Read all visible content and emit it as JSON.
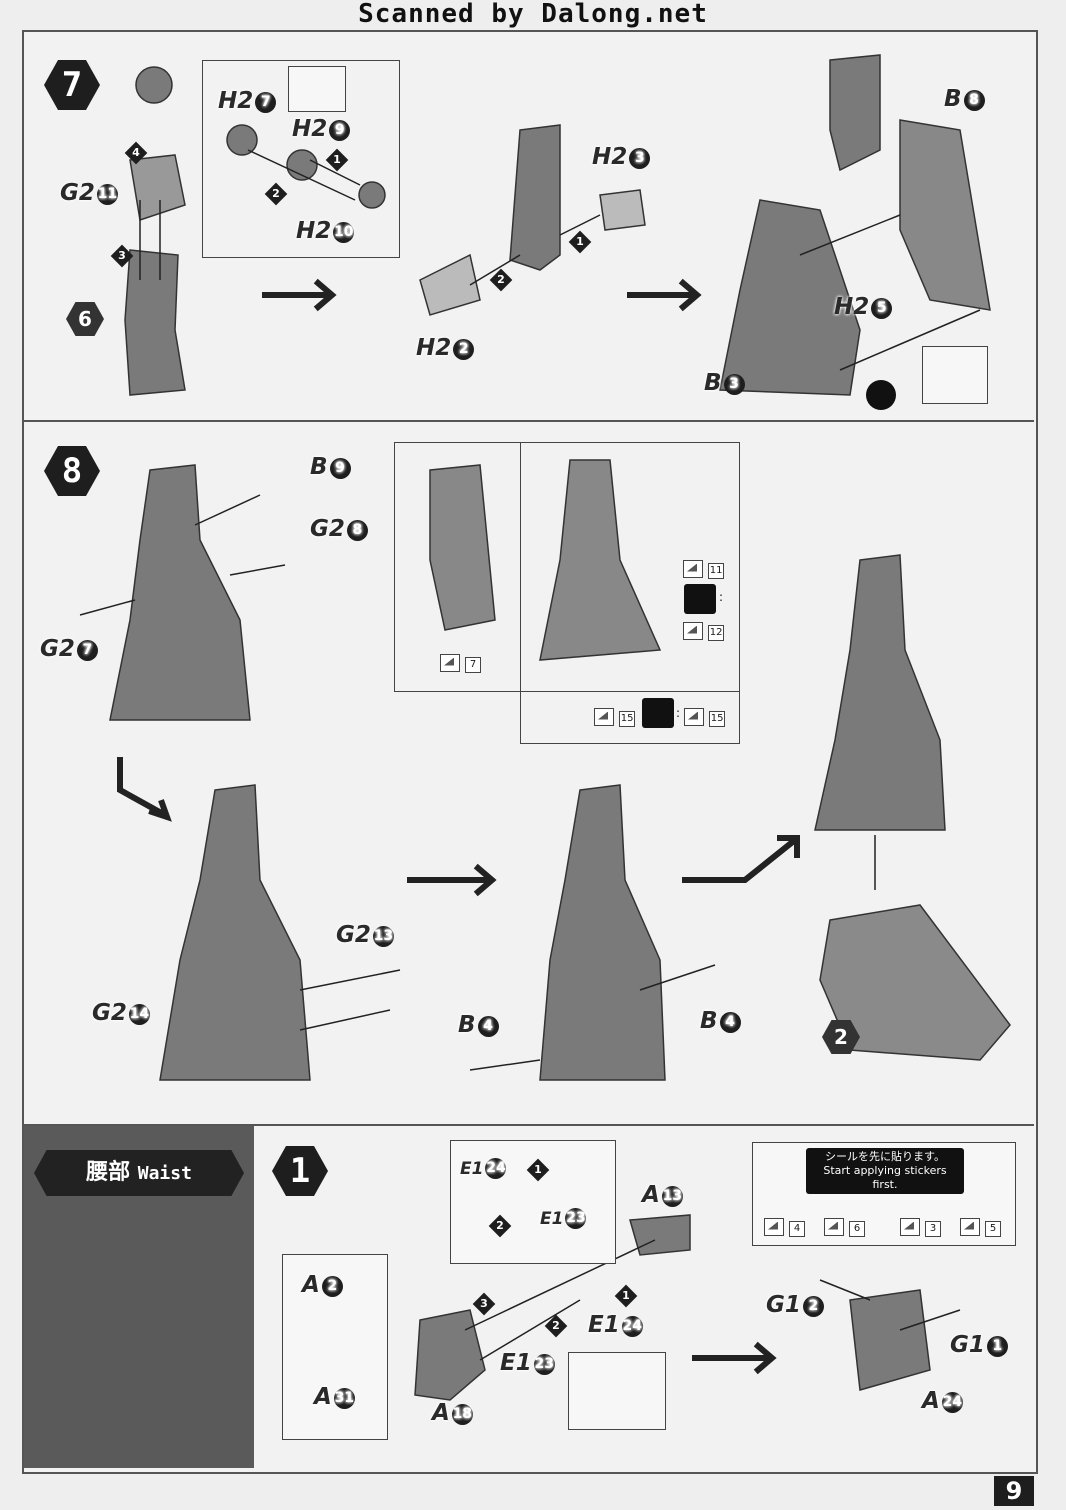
{
  "header": {
    "scan_credit": "Scanned by Dalong.net"
  },
  "steps": {
    "s7": "7",
    "s8": "8",
    "waist1": "1"
  },
  "step7": {
    "ref_badge": "6",
    "parts": {
      "h27": {
        "runner": "H2",
        "num": "7"
      },
      "h29": {
        "runner": "H2",
        "num": "9"
      },
      "h210": {
        "runner": "H2",
        "num": "10"
      },
      "g211": {
        "runner": "G2",
        "num": "11"
      },
      "h23": {
        "runner": "H2",
        "num": "3"
      },
      "h22": {
        "runner": "H2",
        "num": "2"
      },
      "b8": {
        "runner": "B",
        "num": "8"
      },
      "h25": {
        "runner": "H2",
        "num": "5"
      },
      "b3": {
        "runner": "B",
        "num": "3"
      }
    },
    "order": [
      "1",
      "2",
      "3",
      "4"
    ]
  },
  "step8": {
    "ref_badge": "2",
    "parts": {
      "b9": {
        "runner": "B",
        "num": "9"
      },
      "g28": {
        "runner": "G2",
        "num": "8"
      },
      "g27": {
        "runner": "G2",
        "num": "7"
      },
      "g213": {
        "runner": "G2",
        "num": "13"
      },
      "g214": {
        "runner": "G2",
        "num": "14"
      },
      "b4a": {
        "runner": "B",
        "num": "4"
      },
      "b4b": {
        "runner": "B",
        "num": "4"
      }
    },
    "stickers": {
      "s7": "7",
      "s11": "11",
      "s12": "12",
      "s15a": "15",
      "s15b": "15",
      "colon1": ":",
      "colon2": ":"
    }
  },
  "waist": {
    "title_jp": "腰部",
    "title_en": "Waist",
    "parts": {
      "a2": {
        "runner": "A",
        "num": "2"
      },
      "a31": {
        "runner": "A",
        "num": "31"
      },
      "e124a": {
        "runner": "E1",
        "num": "24"
      },
      "e123a": {
        "runner": "E1",
        "num": "23"
      },
      "a13": {
        "runner": "A",
        "num": "13"
      },
      "e124b": {
        "runner": "E1",
        "num": "24"
      },
      "e123b": {
        "runner": "E1",
        "num": "23"
      },
      "a18": {
        "runner": "A",
        "num": "18"
      },
      "g12": {
        "runner": "G1",
        "num": "2"
      },
      "g11": {
        "runner": "G1",
        "num": "1"
      },
      "a24": {
        "runner": "A",
        "num": "24"
      }
    },
    "note_jp": "シールを先に貼ります。",
    "note_en": "Start applying stickers first.",
    "stickers": [
      "4",
      "6",
      "3",
      "5"
    ]
  },
  "page_number": "9",
  "colors": {
    "ink": "#1e1e1e",
    "panel": "#5a5a5a",
    "paper": "#eeeeee"
  }
}
